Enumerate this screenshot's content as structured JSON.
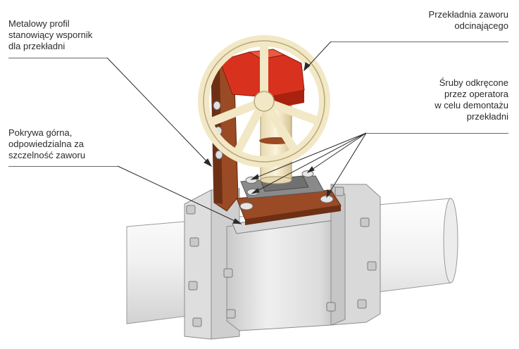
{
  "labels": {
    "support_profile": "Metalowy profil\nstanowiący wspornik\ndla przekładni",
    "valve_gear": "Przekładnia zaworu\nodcinającego",
    "bolts": "Śruby odkręcone\nprzez operatora\nw celu demontażu\nprzekładni",
    "top_cover": "Pokrywa górna,\nodpowiedzialna za\nszczelność zaworu"
  },
  "colors": {
    "handwheel": "#f2e8c6",
    "handwheel_edge": "#b8a77a",
    "gearbox": "#d8321e",
    "gearbox_dark": "#a8220f",
    "bracket": "#9a4a24",
    "bracket_dark": "#6e3015",
    "valve_body": "#e4e4e4",
    "valve_shadow": "#b8b8b8",
    "pipe": "#f3f3f3",
    "bolt": "#c9c9c9",
    "leader_line": "#2a2a2a"
  }
}
